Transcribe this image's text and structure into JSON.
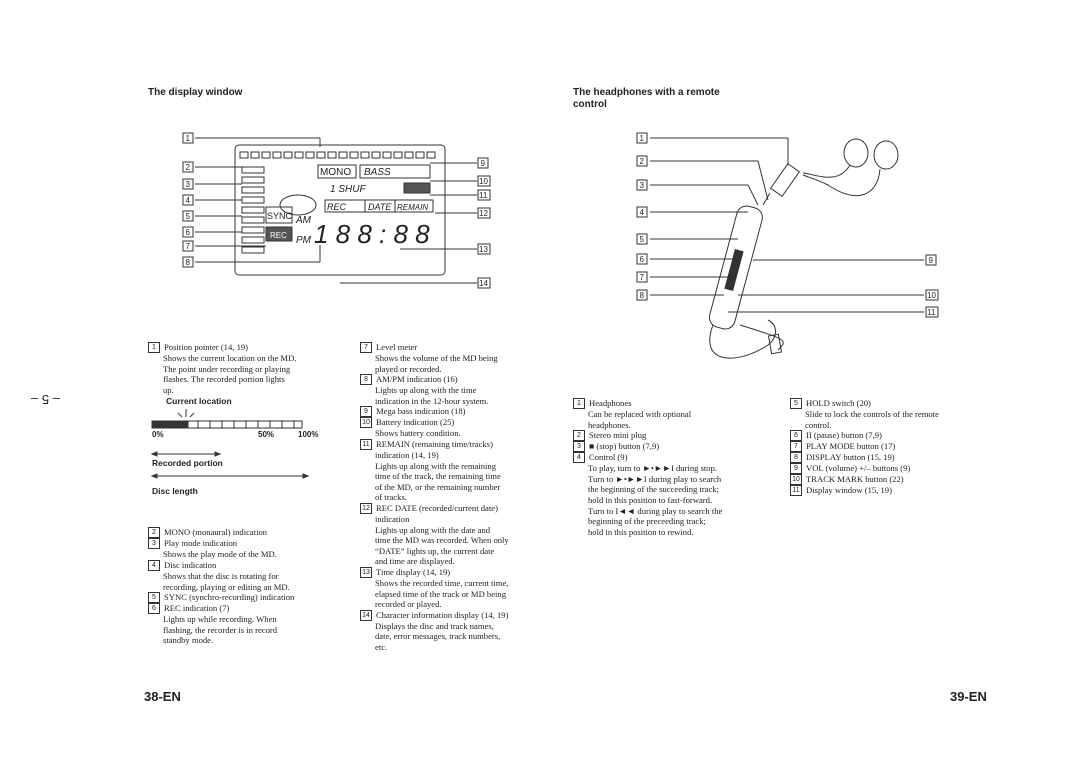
{
  "side_mark": "– 5 –",
  "left": {
    "heading": "The display window",
    "display_labels": [
      "MONO",
      "BASS",
      "1 SHUF",
      "REC",
      "DATE",
      "REMAIN",
      "SYNC",
      "AM",
      "PM",
      "REC",
      "1 8 8 : 8 8"
    ],
    "diagram_numbers": [
      "1",
      "2",
      "3",
      "4",
      "5",
      "6",
      "7",
      "8",
      "9",
      "10",
      "11",
      "12",
      "13",
      "14"
    ],
    "col1": [
      {
        "n": "1",
        "t": "Position pointer (14, 19)",
        "d": [
          "Shows the current location on the MD.",
          "The point under recording or playing",
          "flashes. The recorded portion lights",
          "up."
        ]
      },
      {
        "n": "2",
        "t": "MONO (monaural) indication",
        "d": []
      },
      {
        "n": "3",
        "t": "Play mode indication",
        "d": [
          "Shows the play mode of the MD."
        ]
      },
      {
        "n": "4",
        "t": "Disc indication",
        "d": [
          "Shows that the disc is rotating for",
          "recording, playing or editing an MD."
        ]
      },
      {
        "n": "5",
        "t": "SYNC (synchro-recording) indication",
        "d": []
      },
      {
        "n": "6",
        "t": "REC indication (7)",
        "d": [
          "Lights up while recording. When",
          "flashing, the recorder is in record",
          "standby mode."
        ]
      }
    ],
    "meter": {
      "current_location": "Current location",
      "p0": "0%",
      "p50": "50%",
      "p100": "100%",
      "recorded_portion": "Recorded portion",
      "disc_length": "Disc length"
    },
    "col2": [
      {
        "n": "7",
        "t": "Level meter",
        "d": [
          "Shows the volume of the MD being",
          "played or recorded."
        ]
      },
      {
        "n": "8",
        "t": "AM/PM indication (16)",
        "d": [
          "Lights up along with the time",
          "indication in the 12-hour system."
        ]
      },
      {
        "n": "9",
        "t": "Mega bass indication (18)",
        "d": []
      },
      {
        "n": "10",
        "t": "Battery indication (25)",
        "d": [
          "Shows battery condition."
        ]
      },
      {
        "n": "11",
        "t": "REMAIN (remaining time/tracks)",
        "d": [
          "indication (14, 19)",
          "Lights up along with the remaining",
          "time of the track, the remaining time",
          "of the MD, or the remaining number",
          "of tracks."
        ]
      },
      {
        "n": "12",
        "t": "REC DATE (recorded/current date)",
        "d": [
          "indication",
          "Lights up along with the date and",
          "time the MD was recorded. When only",
          "“DATE” lights up, the current date",
          "and time are displayed."
        ]
      },
      {
        "n": "13",
        "t": "Time display (14, 19)",
        "d": [
          "Shows the recorded time, current time,",
          "elapsed time of the track or MD being",
          "recorded or played."
        ]
      },
      {
        "n": "14",
        "t": "Character information display (14, 19)",
        "d": [
          "Displays the disc and track names,",
          "date, error messages, track numbers,",
          "etc."
        ]
      }
    ],
    "page": "38-EN"
  },
  "right": {
    "heading_line1": "The headphones with a remote",
    "heading_line2": "control",
    "diagram_numbers": [
      "1",
      "2",
      "3",
      "4",
      "5",
      "6",
      "7",
      "8",
      "9",
      "10",
      "11"
    ],
    "col1": [
      {
        "n": "1",
        "t": "Headphones",
        "d": [
          "Can be replaced with optional",
          "headphones."
        ]
      },
      {
        "n": "2",
        "t": "Stereo mini plug",
        "d": []
      },
      {
        "n": "3",
        "t": "■ (stop) button (7,9)",
        "d": []
      },
      {
        "n": "4",
        "t": "Control (9)",
        "d": [
          "To play, turn to ►•►►I during stop.",
          "Turn to ►•►►I during play to search",
          "the beginning of the succeeding track;",
          "hold in this position to fast-forward.",
          "Turn to I◄◄ during play to search the",
          "beginning of the preceeding track;",
          "hold in this position to rewind."
        ]
      }
    ],
    "col2": [
      {
        "n": "5",
        "t": "HOLD switch (20)",
        "d": [
          "Slide to lock the controls of the remote",
          "control."
        ]
      },
      {
        "n": "6",
        "t": "II (pause) button (7,9)",
        "d": []
      },
      {
        "n": "7",
        "t": "PLAY MODE button (17)",
        "d": []
      },
      {
        "n": "8",
        "t": "DISPLAY button (15, 19)",
        "d": []
      },
      {
        "n": "9",
        "t": "VOL (volume) +/– buttons (9)",
        "d": []
      },
      {
        "n": "10",
        "t": "TRACK MARK button (22)",
        "d": []
      },
      {
        "n": "11",
        "t": "Display window (15, 19)",
        "d": []
      }
    ],
    "page": "39-EN"
  }
}
